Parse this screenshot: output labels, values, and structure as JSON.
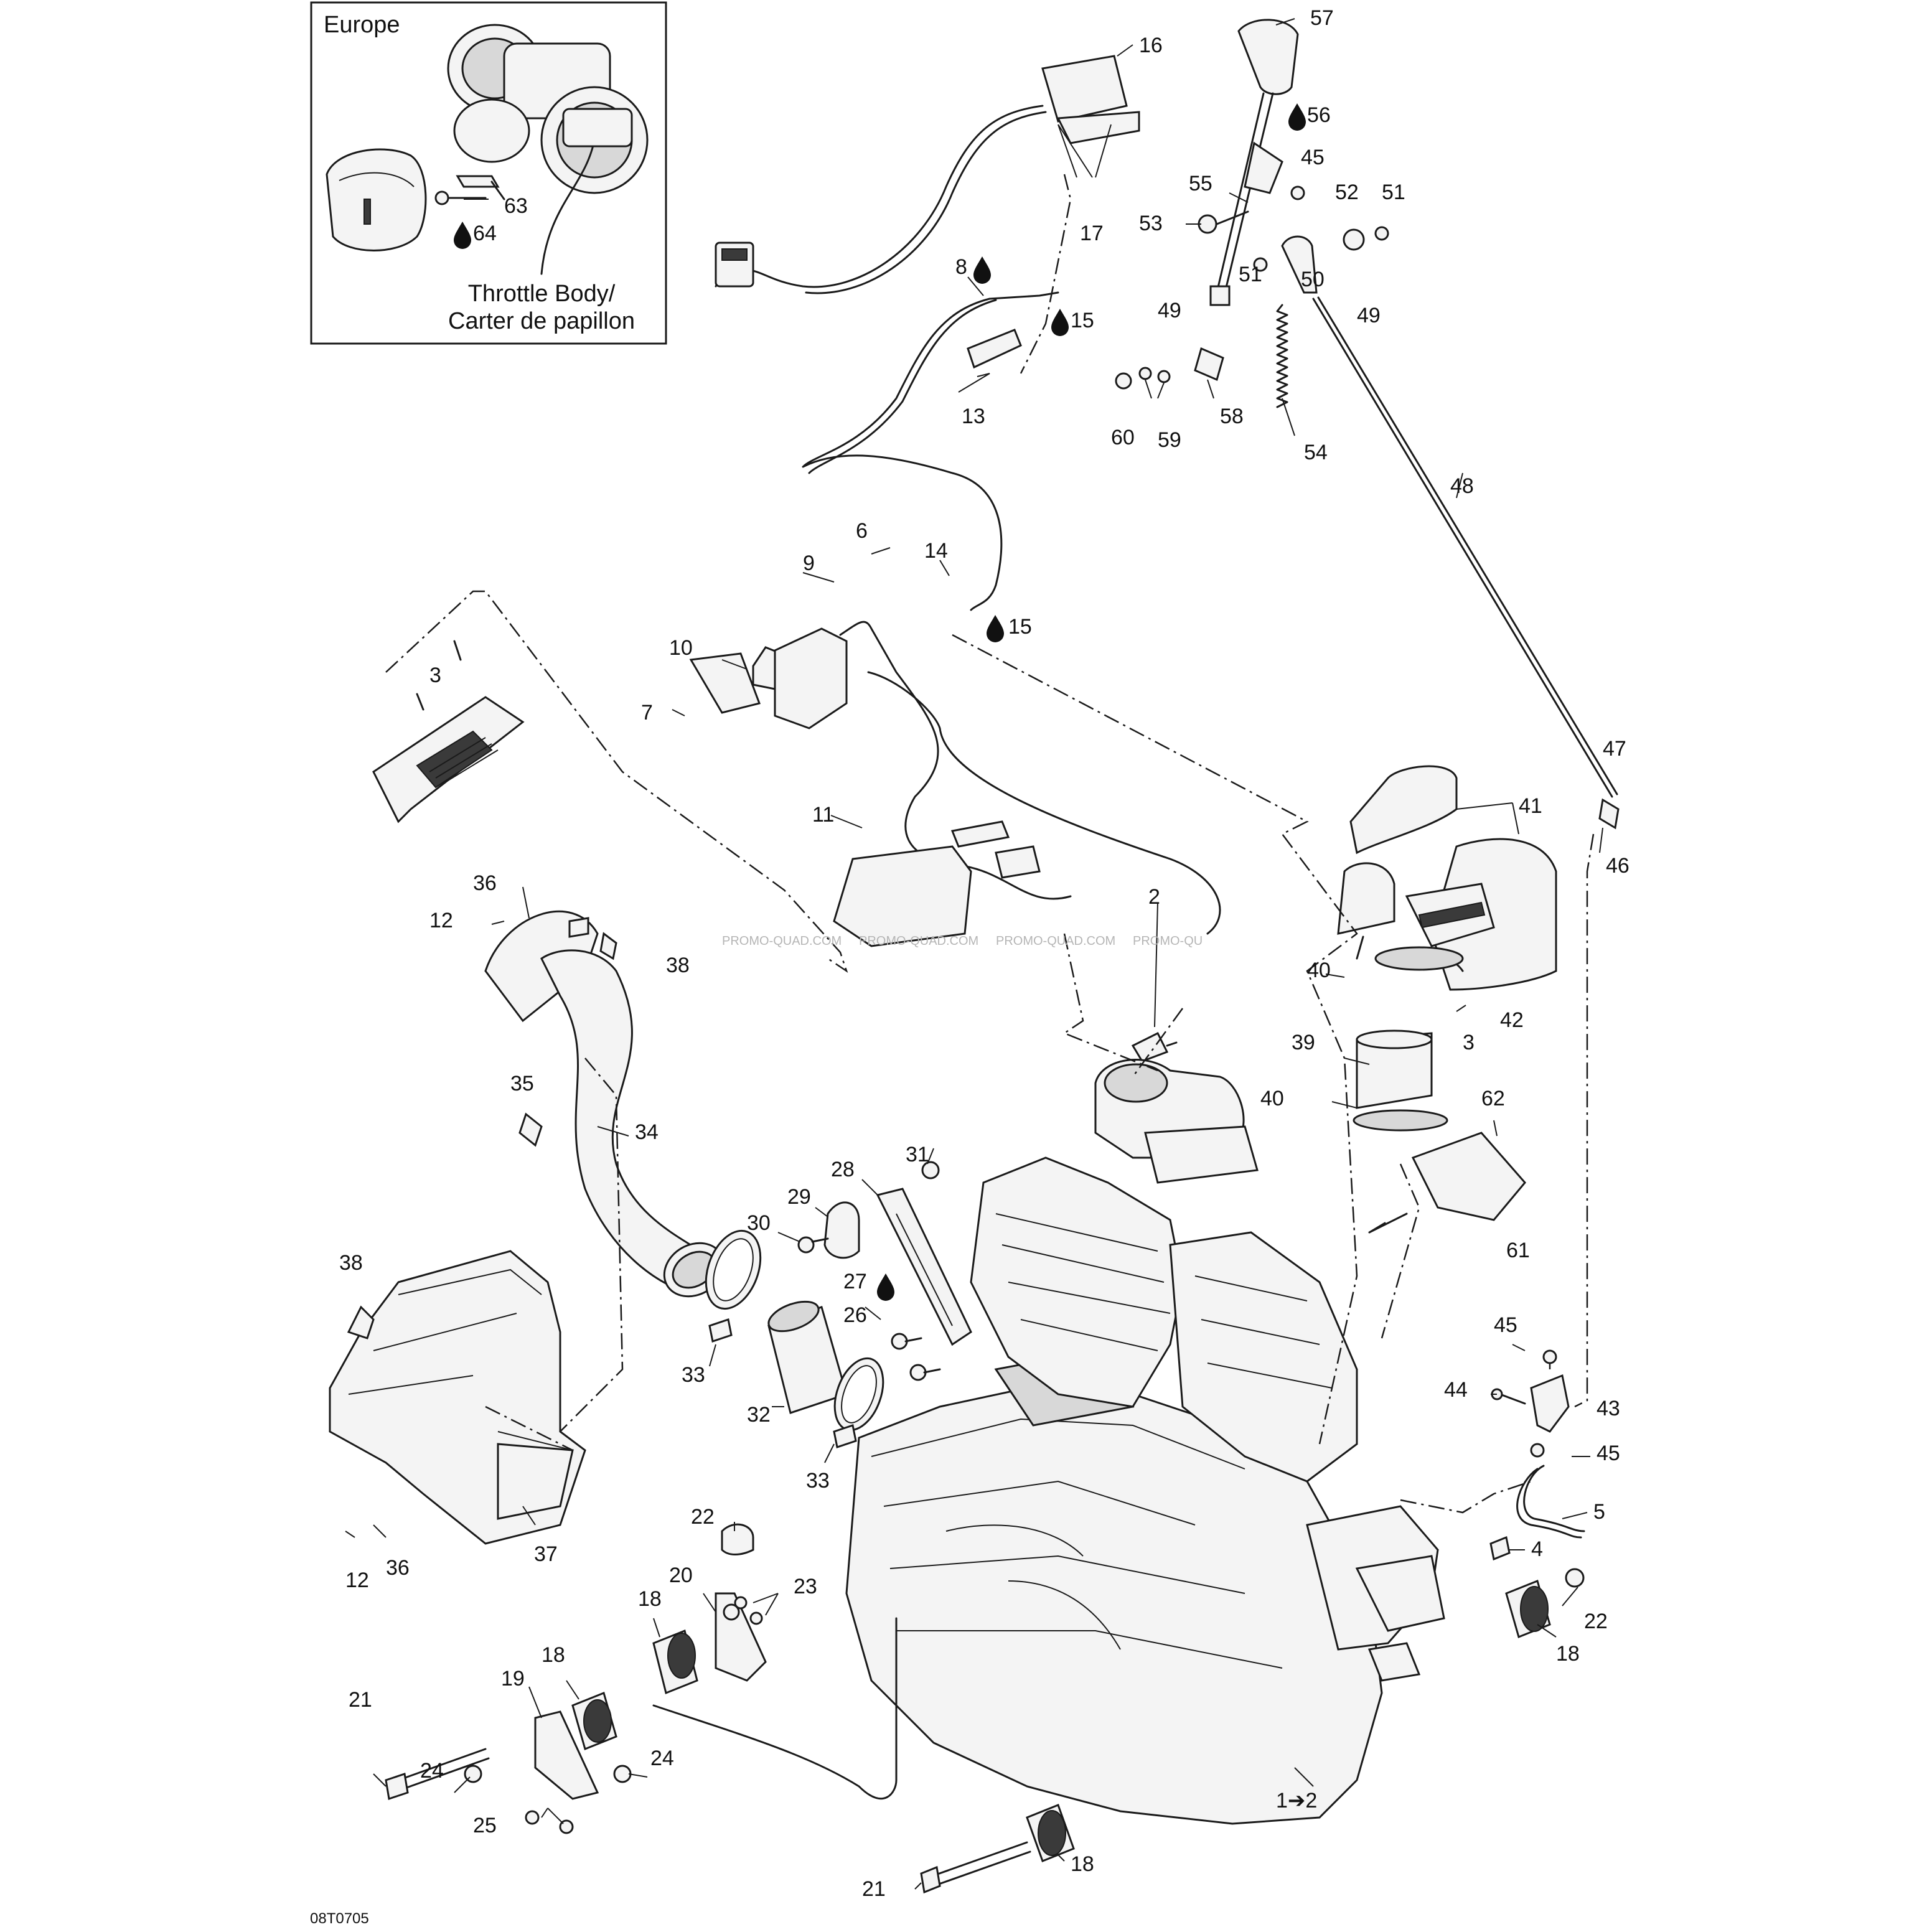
{
  "inset": {
    "region": "Europe",
    "part_name_en": "Throttle Body/",
    "part_name_fr": "Carter de papillon"
  },
  "callouts": [
    {
      "id": "c57",
      "text": "57"
    },
    {
      "id": "c16",
      "text": "16"
    },
    {
      "id": "c56",
      "text": "56"
    },
    {
      "id": "c45a",
      "text": "45"
    },
    {
      "id": "c55",
      "text": "55"
    },
    {
      "id": "c52",
      "text": "52"
    },
    {
      "id": "c51a",
      "text": "51"
    },
    {
      "id": "c53",
      "text": "53"
    },
    {
      "id": "c17",
      "text": "17"
    },
    {
      "id": "c8",
      "text": "8"
    },
    {
      "id": "c51b",
      "text": "51"
    },
    {
      "id": "c50",
      "text": "50"
    },
    {
      "id": "c49a",
      "text": "49"
    },
    {
      "id": "c49b",
      "text": "49"
    },
    {
      "id": "c15a",
      "text": "15"
    },
    {
      "id": "c13",
      "text": "13"
    },
    {
      "id": "c60",
      "text": "60"
    },
    {
      "id": "c59",
      "text": "59"
    },
    {
      "id": "c58",
      "text": "58"
    },
    {
      "id": "c54",
      "text": "54"
    },
    {
      "id": "c48",
      "text": "48"
    },
    {
      "id": "c6",
      "text": "6"
    },
    {
      "id": "c14",
      "text": "14"
    },
    {
      "id": "c9",
      "text": "9"
    },
    {
      "id": "c15b",
      "text": "15"
    },
    {
      "id": "c10",
      "text": "10"
    },
    {
      "id": "c3a",
      "text": "3"
    },
    {
      "id": "c7",
      "text": "7"
    },
    {
      "id": "c47",
      "text": "47"
    },
    {
      "id": "c11",
      "text": "11"
    },
    {
      "id": "c41",
      "text": "41"
    },
    {
      "id": "c46",
      "text": "46"
    },
    {
      "id": "c36a",
      "text": "36"
    },
    {
      "id": "c12a",
      "text": "12"
    },
    {
      "id": "c2",
      "text": "2"
    },
    {
      "id": "c38a",
      "text": "38"
    },
    {
      "id": "c40a",
      "text": "40"
    },
    {
      "id": "c42",
      "text": "42"
    },
    {
      "id": "c3b",
      "text": "3"
    },
    {
      "id": "c39",
      "text": "39"
    },
    {
      "id": "c35",
      "text": "35"
    },
    {
      "id": "c62",
      "text": "62"
    },
    {
      "id": "c40b",
      "text": "40"
    },
    {
      "id": "c34",
      "text": "34"
    },
    {
      "id": "c31",
      "text": "31"
    },
    {
      "id": "c28",
      "text": "28"
    },
    {
      "id": "c29",
      "text": "29"
    },
    {
      "id": "c30",
      "text": "30"
    },
    {
      "id": "c61",
      "text": "61"
    },
    {
      "id": "c38b",
      "text": "38"
    },
    {
      "id": "c27",
      "text": "27"
    },
    {
      "id": "c26",
      "text": "26"
    },
    {
      "id": "c45b",
      "text": "45"
    },
    {
      "id": "c33a",
      "text": "33"
    },
    {
      "id": "c44",
      "text": "44"
    },
    {
      "id": "c43",
      "text": "43"
    },
    {
      "id": "c32",
      "text": "32"
    },
    {
      "id": "c45c",
      "text": "45"
    },
    {
      "id": "c33b",
      "text": "33"
    },
    {
      "id": "c5",
      "text": "5"
    },
    {
      "id": "c22a",
      "text": "22"
    },
    {
      "id": "c23",
      "text": "23"
    },
    {
      "id": "c20",
      "text": "20"
    },
    {
      "id": "c4",
      "text": "4"
    },
    {
      "id": "c18a",
      "text": "18"
    },
    {
      "id": "c12b",
      "text": "12"
    },
    {
      "id": "c36b",
      "text": "36"
    },
    {
      "id": "c37",
      "text": "37"
    },
    {
      "id": "c22b",
      "text": "22"
    },
    {
      "id": "c18b",
      "text": "18"
    },
    {
      "id": "c18c",
      "text": "18"
    },
    {
      "id": "c19",
      "text": "19"
    },
    {
      "id": "c21a",
      "text": "21"
    },
    {
      "id": "c24a",
      "text": "24"
    },
    {
      "id": "c24b",
      "text": "24"
    },
    {
      "id": "c25",
      "text": "25"
    },
    {
      "id": "c1to2",
      "text": "1➔2"
    },
    {
      "id": "c18d",
      "text": "18"
    },
    {
      "id": "c21b",
      "text": "21"
    },
    {
      "id": "c63",
      "text": "63"
    },
    {
      "id": "c64",
      "text": "64"
    }
  ],
  "reference_code": "08T0705",
  "watermarks": [
    "PROMO-QUAD.COM",
    "PROMO-QUAD.COM",
    "PROMO-QUAD.COM",
    "PROMO-QU"
  ],
  "colors": {
    "line": "#1a1a1a",
    "background": "#ffffff",
    "watermark": "#b5b5b5"
  }
}
